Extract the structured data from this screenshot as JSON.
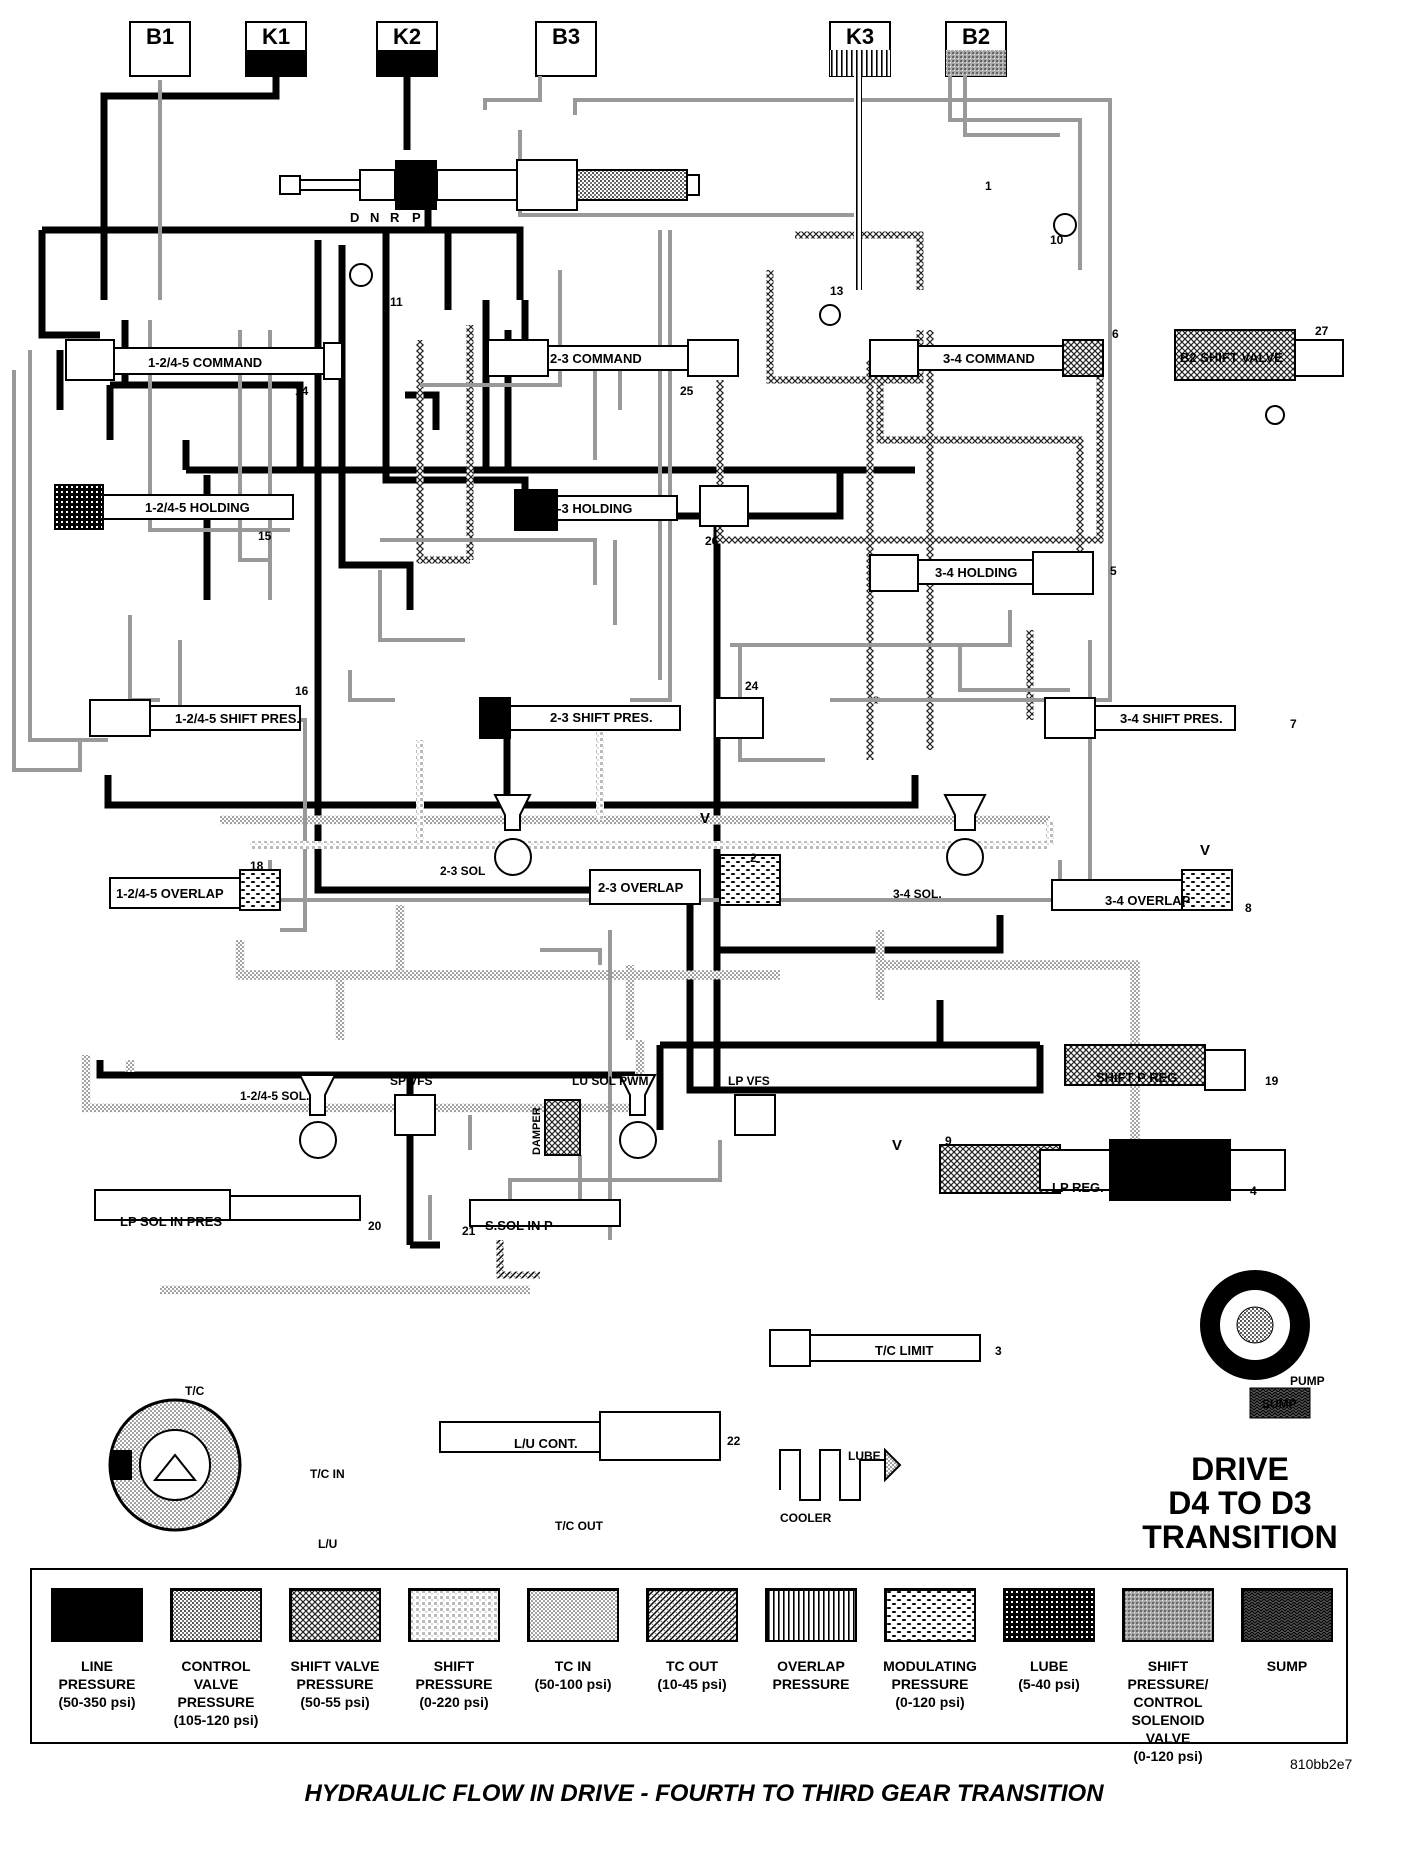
{
  "clutches": [
    {
      "label": "B1",
      "fill": "white"
    },
    {
      "label": "K1",
      "fill": "line"
    },
    {
      "label": "K2",
      "fill": "line"
    },
    {
      "label": "B3",
      "fill": "white"
    },
    {
      "label": "K3",
      "fill": "overlap"
    },
    {
      "label": "B2",
      "fill": "shiftctl"
    }
  ],
  "manual_positions": [
    "D",
    "N",
    "R",
    "P"
  ],
  "valves": {
    "cmd1245": "1-2/4-5 COMMAND",
    "cmd23": "2-3 COMMAND",
    "cmd34": "3-4 COMMAND",
    "b2shift": "B2 SHIFT VALVE",
    "hold1245": "1-2/4-5 HOLDING",
    "hold23": "2-3 HOLDING",
    "hold34": "3-4 HOLDING",
    "sp1245": "1-2/4-5 SHIFT PRES.",
    "sp23": "2-3 SHIFT PRES.",
    "sp34": "3-4 SHIFT PRES.",
    "ov1245": "1-2/4-5 OVERLAP",
    "ov23": "2-3 OVERLAP",
    "ov34": "3-4 OVERLAP",
    "shiftpreg": "SHIFT P REG",
    "lpreg": "LP REG.",
    "lpsol": "LP SOL IN PRES",
    "ssol": "S.SOL IN P",
    "tclimit": "T/C LIMIT",
    "lucont": "L/U CONT."
  },
  "solenoids": {
    "sol23": "2-3 SOL",
    "sol34": "3-4 SOL.",
    "sol1245": "1-2/4-5\nSOL.",
    "spvfs": "SP VFS",
    "lusol": "LU SOL\nPWM",
    "lpvfs": "LP VFS",
    "damper": "DAMPER"
  },
  "numbers": [
    "1",
    "2",
    "3",
    "4",
    "5",
    "6",
    "7",
    "8",
    "9",
    "10",
    "11",
    "13",
    "14",
    "15",
    "16",
    "18",
    "19",
    "20",
    "21",
    "22",
    "24",
    "25",
    "26",
    "27"
  ],
  "misc": {
    "pump": "PUMP",
    "sump": "SUMP",
    "tc": "T/C",
    "tcin": "T/C IN",
    "tcout": "T/C OUT",
    "lu": "L/U",
    "lube": "LUBE",
    "cooler": "COOLER",
    "v": "V"
  },
  "title": {
    "line1": "DRIVE",
    "line2": "D4 TO D3",
    "line3": "TRANSITION"
  },
  "legend": [
    {
      "name": "LINE\nPRESSURE",
      "range": "(50-350 psi)",
      "pattern": "line"
    },
    {
      "name": "CONTROL\nVALVE\nPRESSURE",
      "range": "(105-120 psi)",
      "pattern": "control"
    },
    {
      "name": "SHIFT VALVE\nPRESSURE",
      "range": "(50-55 psi)",
      "pattern": "shiftvalve"
    },
    {
      "name": "SHIFT\nPRESSURE",
      "range": "(0-220 psi)",
      "pattern": "shift"
    },
    {
      "name": "TC IN",
      "range": "(50-100 psi)",
      "pattern": "tcin"
    },
    {
      "name": "TC OUT",
      "range": "(10-45 psi)",
      "pattern": "tcout"
    },
    {
      "name": "OVERLAP\nPRESSURE",
      "range": "",
      "pattern": "overlap"
    },
    {
      "name": "MODULATING\nPRESSURE",
      "range": "(0-120 psi)",
      "pattern": "modulating"
    },
    {
      "name": "LUBE",
      "range": "(5-40 psi)",
      "pattern": "lube"
    },
    {
      "name": "SHIFT\nPRESSURE/\nCONTROL\nSOLENOID VALVE",
      "range": "(0-120 psi)",
      "pattern": "shiftctl"
    },
    {
      "name": "SUMP",
      "range": "",
      "pattern": "sump"
    }
  ],
  "reference": "810bb2e7",
  "caption": "HYDRAULIC FLOW IN DRIVE - FOURTH TO THIRD GEAR TRANSITION"
}
